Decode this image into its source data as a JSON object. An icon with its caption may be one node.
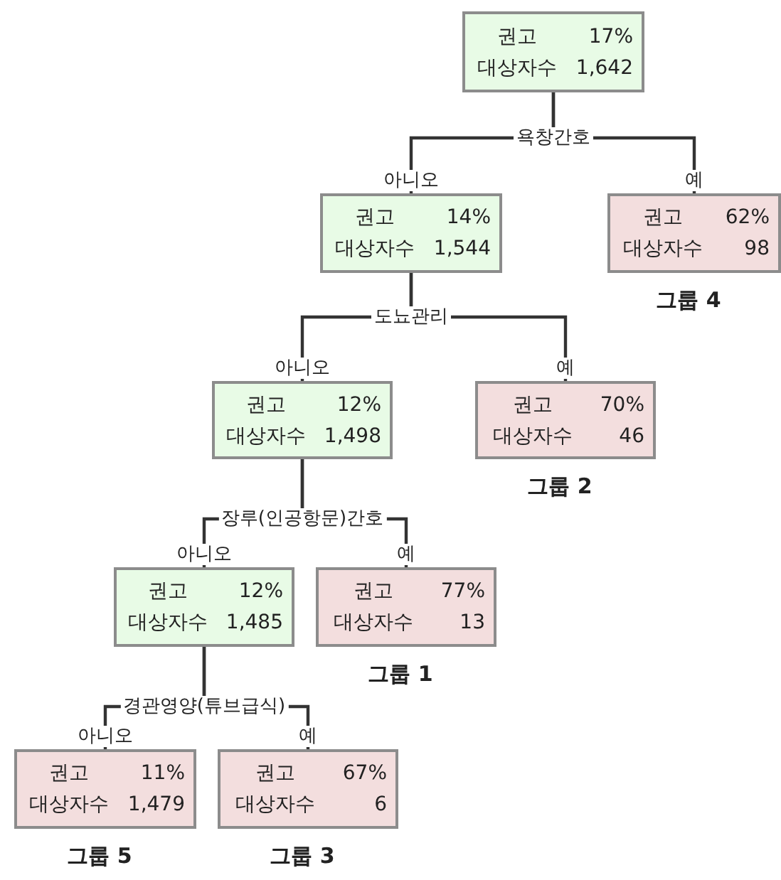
{
  "diagram": {
    "nodes": [
      {
        "text": [
          "권고",
          "17%",
          "대상자수",
          "1,642"
        ]
      },
      {
        "text": [
          "권고",
          "14%",
          "대상자수",
          "1,544"
        ]
      },
      {
        "text": [
          "권고",
          "62%",
          "대상자수",
          "98"
        ],
        "beside": [
          "그룹 4"
        ]
      },
      {
        "text": [
          "권고",
          "12%",
          "대상자수",
          "1,498"
        ]
      },
      {
        "text": [
          "권고",
          "70%",
          "대상자수",
          "46"
        ],
        "beside": [
          "그룹 2"
        ]
      },
      {
        "text": [
          "권고",
          "12%",
          "대상자수",
          "1,485"
        ]
      },
      {
        "text": [
          "권고",
          "77%",
          "대상자수",
          "13"
        ],
        "beside": [
          "그룹 1"
        ]
      },
      {
        "text": [
          "권고",
          "11%",
          "대상자수",
          "1,479"
        ],
        "beside": [
          "그룹 5"
        ]
      },
      {
        "text": [
          "권고",
          "67%",
          "대상자수",
          "6"
        ],
        "beside": [
          "그룹 3"
        ]
      }
    ],
    "edges": [
      {
        "from": 0,
        "to": 1,
        "arrow": "none",
        "label": "아니오"
      },
      {
        "from": 0,
        "to": 2,
        "arrow": "none",
        "label": "예"
      },
      {
        "from": 1,
        "to": 3,
        "arrow": "none",
        "label": "아니오"
      },
      {
        "from": 1,
        "to": 4,
        "arrow": "none",
        "label": "예"
      },
      {
        "from": 3,
        "to": 5,
        "arrow": "none",
        "label": "아니오"
      },
      {
        "from": 3,
        "to": 6,
        "arrow": "none",
        "label": "예"
      },
      {
        "from": 5,
        "to": 7,
        "arrow": "none",
        "label": "아니오"
      },
      {
        "from": 5,
        "to": 8,
        "arrow": "none",
        "label": "예"
      }
    ],
    "labels": [
      "욕창간호",
      "도뇨관리",
      "장루(인공항문)간호",
      "경관영양(튜브급식)"
    ]
  }
}
